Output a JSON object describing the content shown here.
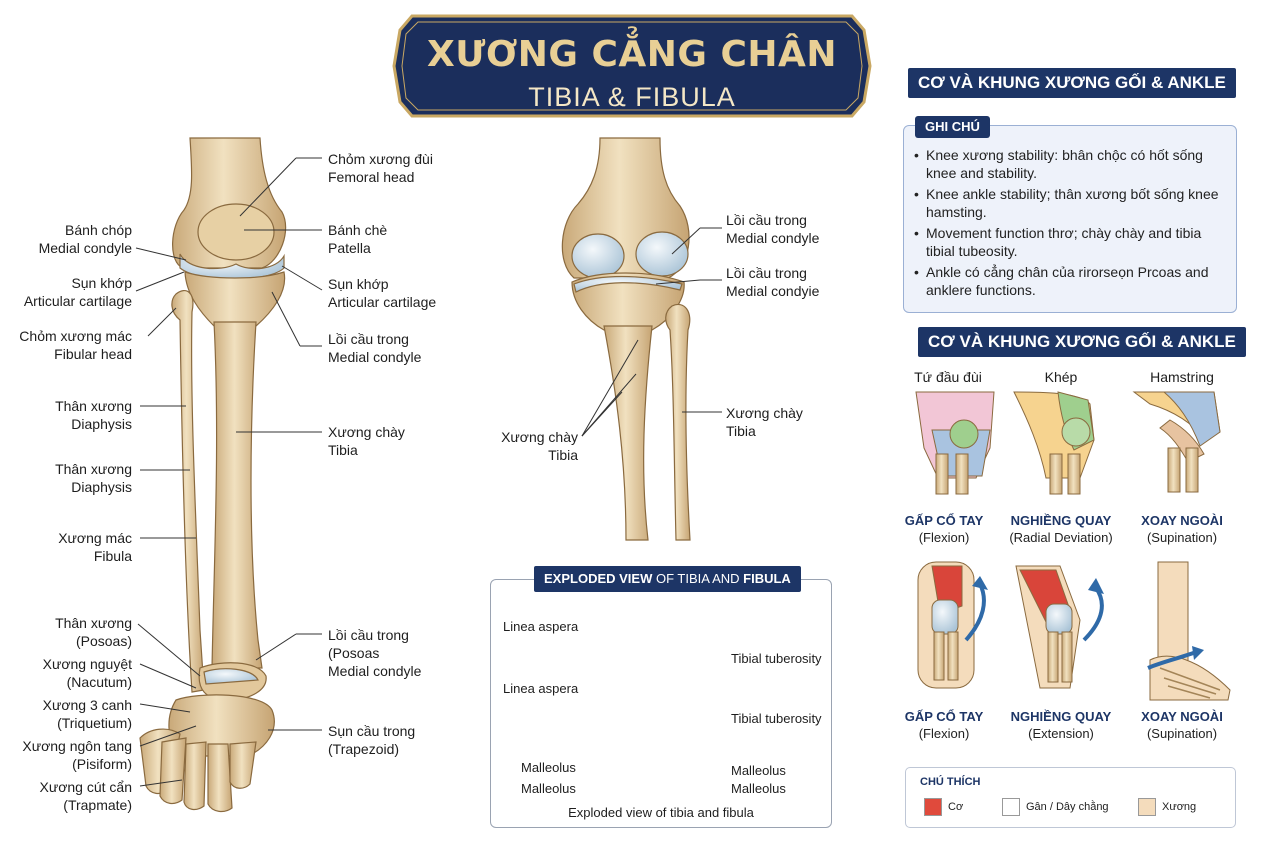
{
  "title": {
    "main": "XƯƠNG CẲNG CHÂN",
    "sub": "TIBIA & FIBULA"
  },
  "leg_labels_left": [
    {
      "vi": "Bánh chóp",
      "en": "Medial condyle"
    },
    {
      "vi": "Sụn khớp",
      "en": "Articular cartilage"
    },
    {
      "vi": "Chỏm xương mác",
      "en": "Fibular head"
    },
    {
      "vi": "Thân xương",
      "en": "Diaphysis"
    },
    {
      "vi": "Thân xương",
      "en": "Diaphysis"
    },
    {
      "vi": "Xương mác",
      "en": "Fibula"
    },
    {
      "vi": "Thân xương",
      "en": "(Posoas)"
    },
    {
      "vi": "Xương nguyệt",
      "en": "(Nacutum)"
    },
    {
      "vi": "Xương 3 canh",
      "en": "(Triquetium)"
    },
    {
      "vi": "Xương ngôn tang",
      "en": "(Pisiform)"
    },
    {
      "vi": "Xương cút cẩn",
      "en": "(Trapmate)"
    }
  ],
  "leg_labels_right": [
    {
      "vi": "Chỏm xương đùi",
      "en": "Femoral head"
    },
    {
      "vi": "Bánh chè",
      "en": "Patella"
    },
    {
      "vi": "Sụn khớp",
      "en": "Articular cartilage"
    },
    {
      "vi": "Lồi cầu trong",
      "en": "Medial condyle"
    },
    {
      "vi": "Xương chày",
      "en": "Tibia"
    },
    {
      "vi": "Lồi cầu trong",
      "en": "(Posoas",
      "en2": "Medial condyle"
    },
    {
      "vi": "Sụn cầu trong",
      "en": "(Trapezoid)"
    }
  ],
  "knee_labels": [
    {
      "vi": "Lồi cầu trong",
      "en": "Medial condyle"
    },
    {
      "vi": "Lồi cầu trong",
      "en": "Medial condyie"
    },
    {
      "vi": "Xương chày",
      "en": "Tibia"
    },
    {
      "vi": "Xương chày",
      "en": "Tibia"
    }
  ],
  "exploded": {
    "header_bold": "EXPLODED VIEW",
    "header_mid": " OF TIBIA AND ",
    "header_bold2": "FIBULA",
    "left_labels": [
      "Linea aspera",
      "Linea aspera",
      "Malleolus",
      "Malleolus"
    ],
    "right_labels": [
      "Tibial tuberosity",
      "Tibial tuberosity",
      "Malleolus",
      "Malleolus"
    ],
    "caption": "Exploded view of tibia and fibula"
  },
  "panel": {
    "header1": "CƠ VÀ KHUNG XƯƠNG GỐI & ANKLE",
    "notes_tag": "GHI CHÚ",
    "notes": [
      "Knee xương stability: bhân chộc có hốt sống knee and stability.",
      "Knee ankle stability; thân xương bốt sống knee hamsting.",
      "Movement function thrơ; chày chày and tibia tibial tubeosity.",
      "Ankle có cẳng chân của rirorseọn Prcoas and anklere functions."
    ],
    "header2": "CƠ VÀ KHUNG XƯƠNG GỐI & ANKLE",
    "muscles": [
      "Tứ đầu đùi",
      "Khép",
      "Hamstring"
    ],
    "moves_row1": [
      {
        "t": "GẤP CỔ TAY",
        "s": "(Flexion)"
      },
      {
        "t": "NGHIỀNG QUAY",
        "s": "(Radial Deviation)"
      },
      {
        "t": "XOAY NGOÀI",
        "s": "(Supination)"
      }
    ],
    "moves_row2": [
      {
        "t": "GẤP CỔ TAY",
        "s": "(Flexion)"
      },
      {
        "t": "NGHIỀNG QUAY",
        "s": "(Extension)"
      },
      {
        "t": "XOAY NGOÀI",
        "s": "(Supination)"
      }
    ]
  },
  "legend": {
    "title": "CHÚ THÍCH",
    "items": [
      {
        "label": "Cơ",
        "color": "#e04a3c"
      },
      {
        "label": "Gân / Dây chằng",
        "color": "#ffffff"
      },
      {
        "label": "Xương",
        "color": "#f4dcbc"
      }
    ]
  },
  "colors": {
    "navy": "#1d3566",
    "gold": "#e8cf95",
    "bone": "#e9d5ae",
    "cartilage": "#c9dbe8",
    "muscle": "#d9453a"
  }
}
